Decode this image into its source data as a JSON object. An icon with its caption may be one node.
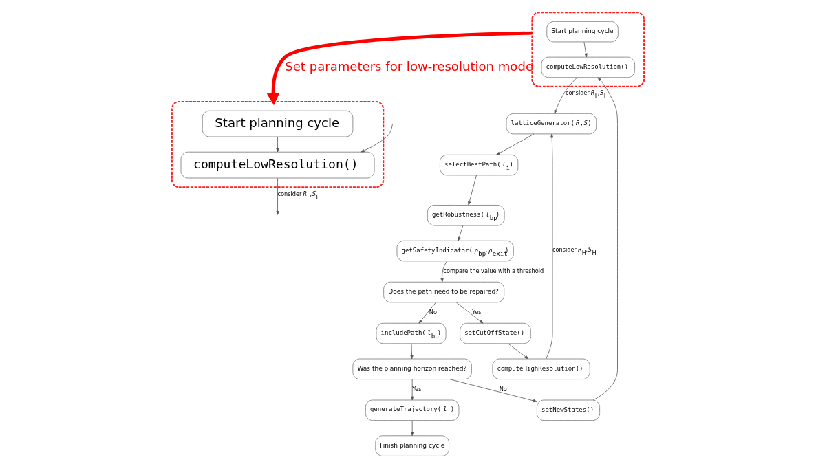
{
  "diagram": {
    "nodes": [
      {
        "text": [],
        "shape": "box"
      },
      {
        "text": [
          "Start planning cycle"
        ],
        "in": 0
      },
      {
        "text": [
          "computeLowResolution()"
        ],
        "in": 0
      },
      {
        "text": [],
        "shape": "box"
      },
      {
        "text": [
          "Start planning cycle"
        ],
        "in": 3
      },
      {
        "text": [
          "computeLowResolution()"
        ],
        "in": 3
      },
      {
        "text": [
          "latticeGenerator(*R*,*S*)"
        ]
      },
      {
        "text": [
          "computeHighResolution()"
        ]
      },
      {
        "text": [
          "selectBestPath(*l*$_{i}$)"
        ]
      },
      {
        "text": [
          "setNewStates()"
        ]
      },
      {
        "text": [
          "setCutOffState()"
        ]
      },
      {
        "text": [
          "getRobustness(*l*$_{bp}$)"
        ]
      },
      {
        "text": [
          "getSafetyIndicator(*ρ*$_{bp}$,*ρ*$_{exit}$)"
        ]
      },
      {
        "text": [
          "Does the path need to be repaired?"
        ]
      },
      {
        "text": [
          "includePath(*l*$_{bp}$)"
        ]
      },
      {
        "text": [
          "Was the planning horizon reached?"
        ]
      },
      {
        "text": [
          "generateTrajectory(*l*$_{T}$)"
        ]
      },
      {
        "text": [
          "Finish planning cycle"
        ]
      }
    ],
    "edges": [
      {
        "from": 1,
        "to": 2,
        "arrow": "to"
      },
      {
        "from": null,
        "to": 2,
        "arrow": "to"
      },
      {
        "from": 2,
        "to": null,
        "arrow": "to",
        "label": "consider *R*$_{L}$,*S*$_{L}$"
      },
      {
        "from": 3,
        "to": 0,
        "arrow": "to",
        "label": "Set parameters for low-resolution mode",
        "style": "thick",
        "color": "#ff0000"
      },
      {
        "from": 4,
        "to": 5,
        "arrow": "to"
      },
      {
        "from": 5,
        "to": 6,
        "arrow": "to",
        "label": "consider *R*$_{L}$,*S*$_{L}$"
      },
      {
        "from": 6,
        "to": 8,
        "arrow": "to"
      },
      {
        "from": 8,
        "to": 11,
        "arrow": "to"
      },
      {
        "from": 11,
        "to": 12,
        "arrow": "to"
      },
      {
        "from": 12,
        "to": 13,
        "arrow": "to",
        "label": "compare the value with a threshold"
      },
      {
        "from": 13,
        "to": 10,
        "arrow": "to",
        "label": "Yes"
      },
      {
        "from": 13,
        "to": 14,
        "arrow": "to",
        "label": "No"
      },
      {
        "from": 14,
        "to": 15,
        "arrow": "to"
      },
      {
        "from": 15,
        "to": 16,
        "arrow": "to",
        "label": "Yes"
      },
      {
        "from": 15,
        "to": 9,
        "arrow": "to",
        "label": "No"
      },
      {
        "from": 9,
        "to": 5,
        "arrow": "to"
      },
      {
        "from": 10,
        "to": 7,
        "arrow": "to"
      },
      {
        "from": 7,
        "to": 6,
        "arrow": "to",
        "label": "consider *R*$_{H}$,*S*$_{H}$"
      },
      {
        "from": 16,
        "to": 17,
        "arrow": "to"
      }
    ]
  }
}
